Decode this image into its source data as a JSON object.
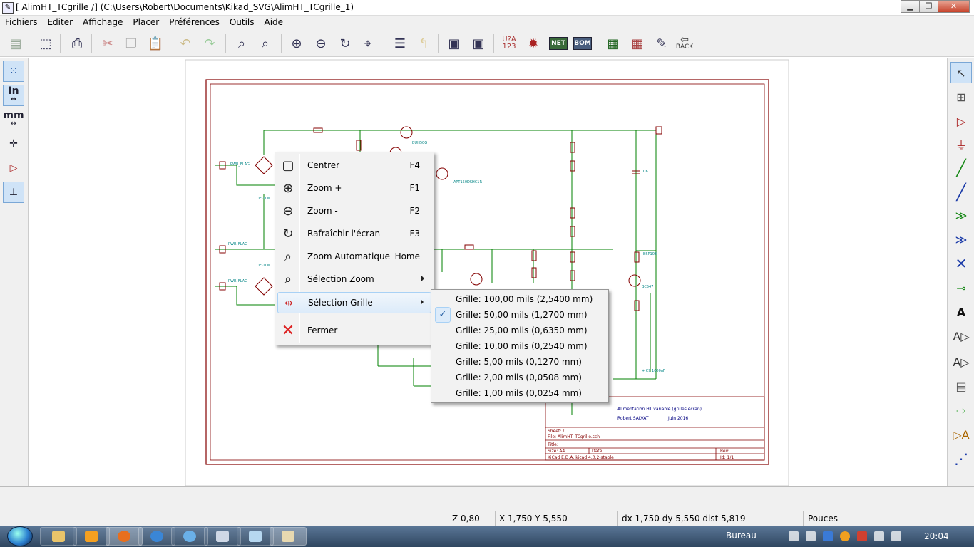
{
  "window": {
    "title": "[ AlimHT_TCgrille /] (C:\\Users\\Robert\\Documents\\Kikad_SVG\\AlimHT_TCgrille_1)",
    "minimize": "▁",
    "maximize": "❐",
    "close": "✕"
  },
  "menu": [
    "Fichiers",
    "Editer",
    "Affichage",
    "Placer",
    "Préférences",
    "Outils",
    "Aide"
  ],
  "toolbar": {
    "u2a_label": "U?A",
    "u2a_sub": "123",
    "net_label": "NET",
    "bom_label": "BOM",
    "back_label": "BACK"
  },
  "left_toolbar": {
    "in_label": "In",
    "mm_label": "mm"
  },
  "schematic": {
    "title_line": "Alimentation HT variable (grilles écran)",
    "author": "Robert SALVAT",
    "date": "Juin 2016",
    "sheet": "Sheet: /",
    "file": "File: AlimHT_TCgrille.sch",
    "title_label": "Title:",
    "size": "Size: A4",
    "date_label": "Date:",
    "rev": "Rev:",
    "kicad": "KiCad E.D.A.  kicad 4.0.2-stable",
    "id": "Id: 1/1"
  },
  "context_menu": {
    "items": [
      {
        "label": "Centrer",
        "shortcut": "F4",
        "icon": "center-icon"
      },
      {
        "label": "Zoom +",
        "shortcut": "F1",
        "icon": "zoom-in-icon"
      },
      {
        "label": "Zoom -",
        "shortcut": "F2",
        "icon": "zoom-out-icon"
      },
      {
        "label": "Rafraîchir l'écran",
        "shortcut": "F3",
        "icon": "refresh-icon"
      },
      {
        "label": "Zoom Automatique",
        "shortcut": "Home",
        "icon": "zoom-fit-icon"
      },
      {
        "label": "Sélection Zoom",
        "shortcut": "",
        "icon": "zoom-select-icon"
      },
      {
        "label": "Sélection Grille",
        "shortcut": "",
        "icon": "grid-select-icon"
      },
      {
        "label": "Fermer",
        "shortcut": "",
        "icon": "close-icon"
      }
    ]
  },
  "grid_submenu": {
    "checked_index": 1,
    "items": [
      "Grille: 100,00 mils (2,5400 mm)",
      "Grille: 50,00 mils (1,2700 mm)",
      "Grille: 25,00 mils (0,6350 mm)",
      "Grille: 10,00 mils (0,2540 mm)",
      "Grille: 5,00 mils (0,1270 mm)",
      "Grille: 2,00 mils (0,0508 mm)",
      "Grille: 1,00 mils (0,0254 mm)"
    ]
  },
  "status": {
    "zoom": "Z 0,80",
    "xy": "X 1,750  Y 5,550",
    "delta": "dx 1,750  dy 5,550  dist 5,819",
    "units": "Pouces"
  },
  "taskbar": {
    "bureau": "Bureau",
    "clock": "20:04"
  },
  "colors": {
    "wire": "#008000",
    "border": "#840000",
    "label": "#008484"
  }
}
